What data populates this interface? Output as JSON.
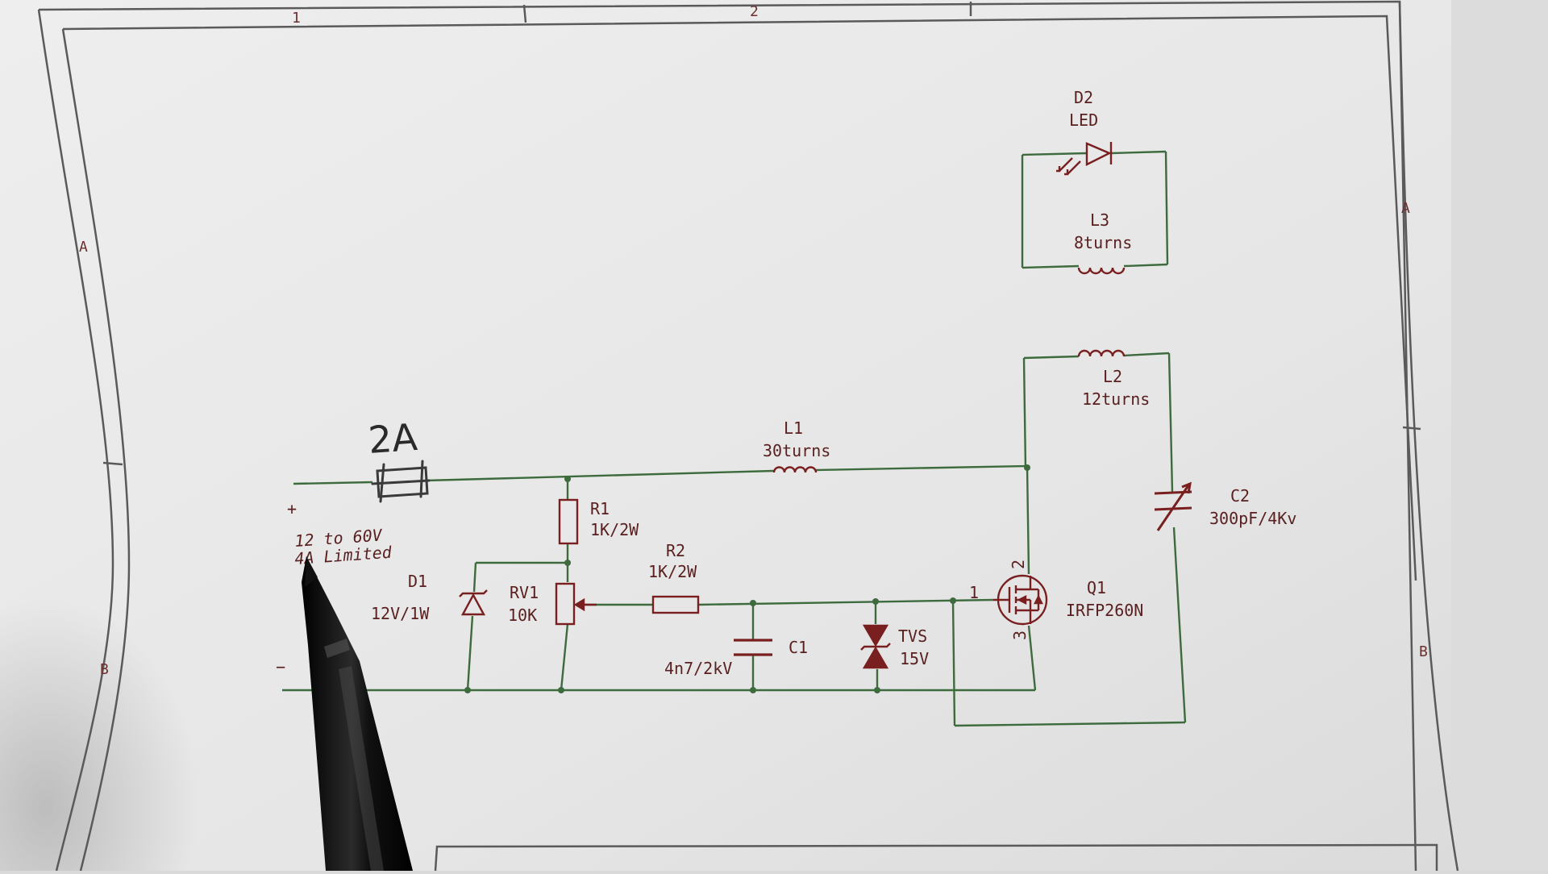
{
  "colors": {
    "wire": "#3d6b3d",
    "component": "#7a1f1f",
    "label": "#5a2020",
    "paper": "#e8e8e8",
    "frame": "#5a5a5a"
  },
  "frame": {
    "col_1": "1",
    "col_2": "2",
    "row_a_left": "A",
    "row_a_right": "A",
    "row_b_left": "B",
    "row_b_right": "B"
  },
  "input": {
    "plus": "+",
    "minus": "−",
    "voltage": "12 to 60V",
    "limit": "4A Limited",
    "fuse": "2A"
  },
  "components": {
    "D2": {
      "ref": "D2",
      "value": "LED"
    },
    "L3": {
      "ref": "L3",
      "value": "8turns"
    },
    "L2": {
      "ref": "L2",
      "value": "12turns"
    },
    "L1": {
      "ref": "L1",
      "value": "30turns"
    },
    "C2": {
      "ref": "C2",
      "value": "300pF/4Kv"
    },
    "R1": {
      "ref": "R1",
      "value": "1K/2W"
    },
    "R2": {
      "ref": "R2",
      "value": "1K/2W"
    },
    "D1": {
      "ref": "D1",
      "value": "12V/1W"
    },
    "RV1": {
      "ref": "RV1",
      "value": "10K"
    },
    "C1": {
      "ref": "C1",
      "value": "4n7/2kV"
    },
    "TVS": {
      "ref": "TVS",
      "value": "15V"
    },
    "Q1": {
      "ref": "Q1",
      "value": "IRFP260N",
      "pin1": "1",
      "pin2": "2",
      "pin3": "3"
    }
  }
}
